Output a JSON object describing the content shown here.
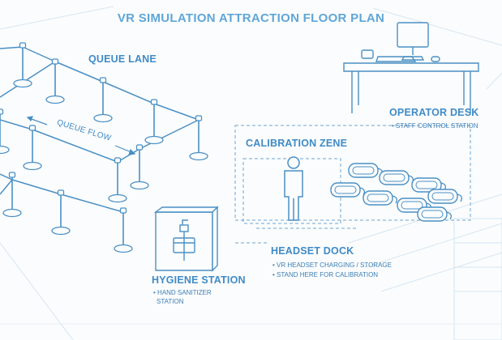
{
  "title": "VR SIMULATION ATTRACTION FLOOR PLAN",
  "queue": {
    "label": "QUEUE LANE",
    "flow_label": "QUEUE FLOW"
  },
  "operator_desk": {
    "label": "OPERATOR DESK",
    "notes": [
      "• STAFF CONTROL STATION"
    ]
  },
  "calibration": {
    "label": "CALIBRATION ZENE"
  },
  "headset_dock": {
    "label": "HEADSET DOCK",
    "notes": [
      "• VR HEADSET CHARGING / STORAGE",
      "• STAND HERE FOR CALIBRATION"
    ]
  },
  "hygiene": {
    "label": "HYGIENE STATION",
    "notes": [
      "• HAND SANITIZER",
      "STATION"
    ]
  },
  "colors": {
    "line": "#4a90c4",
    "line_light": "#cfe2f1",
    "text": "#3f8bc6",
    "background": "#fbfcfd"
  }
}
